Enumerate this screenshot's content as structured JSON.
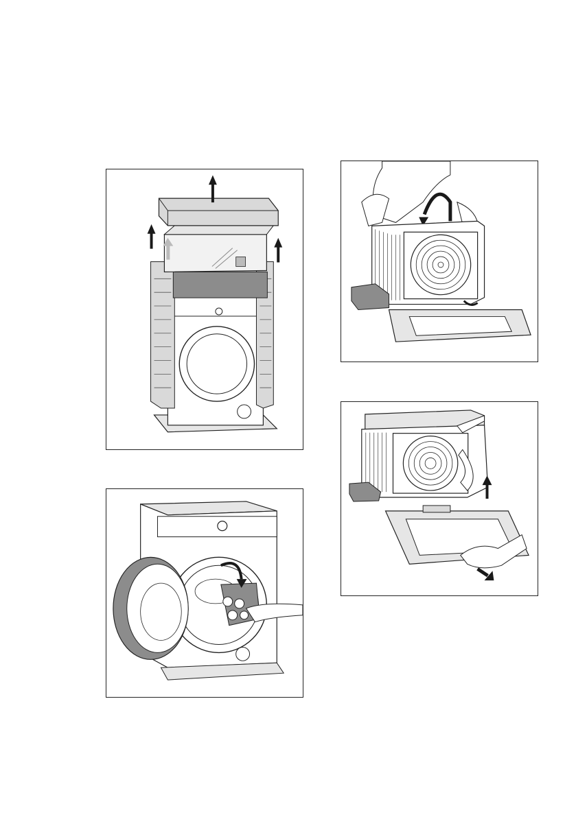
{
  "page": {
    "figures": [
      {
        "id": "fig-remove-packaging",
        "icon": "washer-packaging-removal-illustration"
      },
      {
        "id": "fig-tilt-washer-back",
        "icon": "washer-tilted-back-illustration"
      },
      {
        "id": "fig-remove-base",
        "icon": "washer-base-removal-illustration"
      },
      {
        "id": "fig-remove-drum-bag",
        "icon": "washer-drum-bag-removal-illustration"
      }
    ],
    "colors": {
      "line": "#222222",
      "grey_fill": "#d9d9d9",
      "dark_grey": "#8c8c8c",
      "arrow": "#1a1a1a"
    }
  }
}
